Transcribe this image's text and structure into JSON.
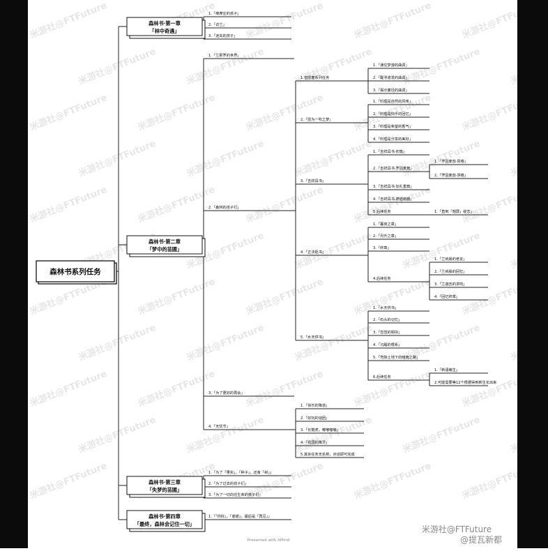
{
  "root_title": "森林书系列任务",
  "chapters": [
    {
      "title": "森林书·第一章",
      "subtitle": "「林中奇遇」",
      "items": [
        {
          "label": "1.「维摩庄的孩子」"
        },
        {
          "label": "2.「访兰」"
        },
        {
          "label": "3.「迷失的孩子」"
        }
      ]
    },
    {
      "title": "森林书·第二章",
      "subtitle": "「梦中的苗圃」",
      "items": [
        {
          "label": "1.「兰那罗的世界」"
        },
        {
          "label": "2.「森林的孩子们」",
          "children": [
            {
              "label": "1.但愿童系列任务",
              "children": [
                {
                  "label": "1.「通往梦游的曲调」"
                },
                {
                  "label": "2.「醒寻道发的曲调」"
                },
                {
                  "label": "3.「揭示廉径的曲调」"
                }
              ]
            },
            {
              "label": "2.「愿为一吹之梦」",
              "children": [
                {
                  "label": "1.「料理是自然的风味」"
                },
                {
                  "label": "2.「料理是快乐的回忆」"
                },
                {
                  "label": "3.「料理是希望的香气」"
                },
                {
                  "label": "4.「料理是分享的美好」"
                }
              ]
            },
            {
              "label": "3.「吉祥具书」",
              "children": [
                {
                  "label": "1.「吉祥具书·初篇」"
                },
                {
                  "label": "2.「吉祥具书·罗因麦篇」",
                  "children": [
                    {
                      "label": "1.「罗因麦茄·阳卷」"
                    },
                    {
                      "label": "2.「罗因麦茄·阴卷」"
                    }
                  ]
                },
                {
                  "label": "3.「吉祥具书·加扎重篇」"
                },
                {
                  "label": "4.「吉祥具书·德迪南篇」"
                },
                {
                  "label": "5.后续任务",
                  "children": [
                    {
                      "label": "1.「直到「翘屏」绽恋」"
                    }
                  ]
                }
              ]
            },
            {
              "label": "4.「正法炬书」",
              "children": [
                {
                  "label": "1.「暮夜之章」"
                },
                {
                  "label": "2.「月升之章」"
                },
                {
                  "label": "3.「终章」"
                },
                {
                  "label": "4.后续任务",
                  "children": [
                    {
                      "label": "1.「兰纳晨的老友」"
                    },
                    {
                      "label": "2.「兰纳晨的回忆」"
                    },
                    {
                      "label": "3.「兰迦吉的求鸣」"
                    },
                    {
                      "label": "4.「回忆终章」"
                    }
                  ]
                }
              ]
            },
            {
              "label": "5.「水天供书」",
              "children": [
                {
                  "label": "1.「水天供书」"
                },
                {
                  "label": "2.「石头的记忆」"
                },
                {
                  "label": "3.「忽忽的钥块」"
                },
                {
                  "label": "4.「沉睡的根系」"
                },
                {
                  "label": "5.「弯脉土地下的暗雨之路」"
                },
                {
                  "label": "6.后续任务",
                  "children": [
                    {
                      "label": "1.「新语萌生」"
                    },
                    {
                      "label": "2.可能需要等12个根据得到新生长出来"
                    }
                  ]
                }
              ]
            }
          ]
        },
        {
          "label": "3.「为了更好的再会」"
        },
        {
          "label": "4.「无忧节」",
          "children": [
            {
              "label": "1.「快乐的降道」"
            },
            {
              "label": "2.「好玩的谜团」"
            },
            {
              "label": "3.「长鼓虎，嘟嘟嘟嘟」"
            },
            {
              "label": "4.「花园的降灵」"
            },
            {
              "label": "5.其余任务无名称，对话即可完成"
            }
          ]
        }
      ]
    },
    {
      "title": "森林书·第三章",
      "subtitle": "「失梦的苗圃」",
      "items": [
        {
          "label": "1.「为了「果实」、「种子」，还有「树」」"
        },
        {
          "label": "2.「为了过去的孩子们」"
        },
        {
          "label": "3.「为了一切向往生命的孩子们」"
        }
      ]
    },
    {
      "title": "森林书·第四章",
      "subtitle": "「最终，森林会记住一切」",
      "items": [
        {
          "label": "1.「「你好」，「谢谢」，最后是「再见」」"
        }
      ]
    }
  ],
  "watermark_text": "米游社@FTFuture",
  "footer_text": "Presented with XMind",
  "corner_watermark_1": "米游社@FTFuture",
  "corner_watermark_2": "@提瓦新都"
}
